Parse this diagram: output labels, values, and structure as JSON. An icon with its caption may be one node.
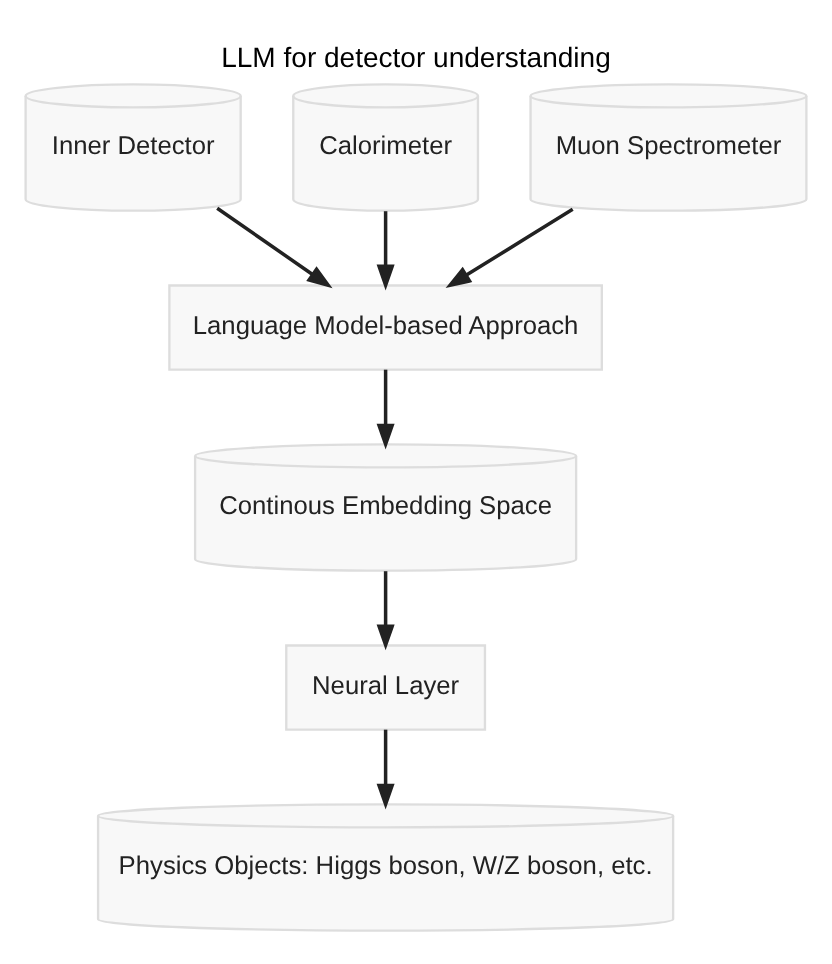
{
  "diagram": {
    "title": "LLM for detector understanding",
    "nodes": [
      {
        "text": [
          "Inner Detector"
        ]
      },
      {
        "text": [
          "Calorimeter"
        ]
      },
      {
        "text": [
          "Muon Spectrometer"
        ]
      },
      {
        "text": [
          "Language Model-based Approach"
        ]
      },
      {
        "text": [
          "Continous Embedding Space"
        ]
      },
      {
        "text": [
          "Neural Layer"
        ]
      },
      {
        "text": [
          "Physics Objects: Higgs boson, W/Z boson, etc."
        ]
      }
    ],
    "edges": [
      {
        "from": 0,
        "to": 3,
        "arrow": "to"
      },
      {
        "from": 1,
        "to": 3,
        "arrow": "to"
      },
      {
        "from": 2,
        "to": 3,
        "arrow": "to"
      },
      {
        "from": 3,
        "to": 4,
        "arrow": "to"
      },
      {
        "from": 4,
        "to": 5,
        "arrow": "to"
      },
      {
        "from": 5,
        "to": 6,
        "arrow": "to"
      }
    ]
  }
}
